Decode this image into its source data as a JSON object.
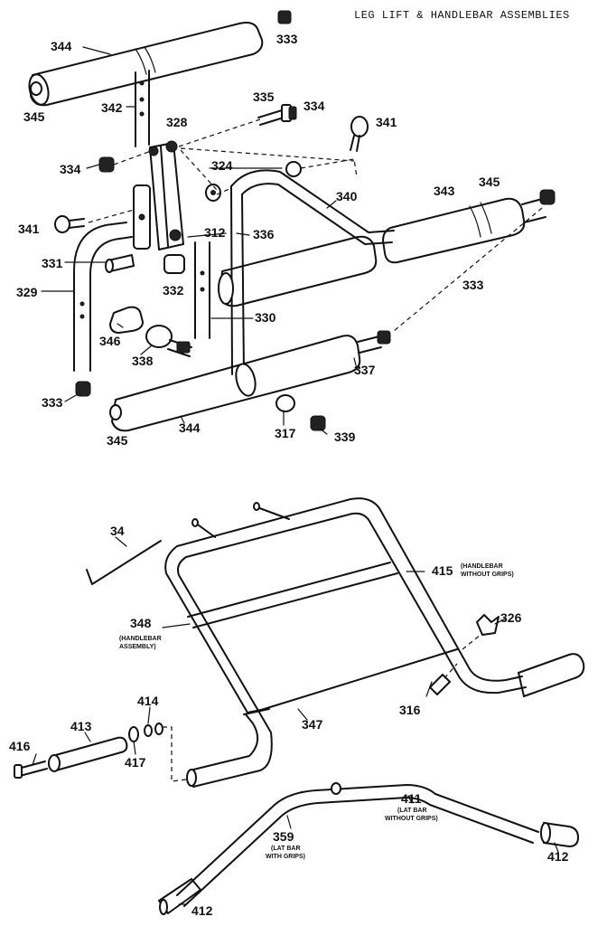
{
  "title": "LEG LIFT & HANDLEBAR ASSEMBLIES",
  "parts": {
    "p344a": "344",
    "p333a": "333",
    "p345a": "345",
    "p342": "342",
    "p335": "335",
    "p334a": "334",
    "p328": "328",
    "p341a": "341",
    "p334b": "334",
    "p324": "324",
    "p340": "340",
    "p343": "343",
    "p345b": "345",
    "p341b": "341",
    "p312": "312",
    "p336": "336",
    "p331": "331",
    "p332": "332",
    "p333b": "333",
    "p329": "329",
    "p330": "330",
    "p346": "346",
    "p338": "338",
    "p337": "337",
    "p333c": "333",
    "p344b": "344",
    "p345c": "345",
    "p317": "317",
    "p339": "339",
    "p34": "34",
    "p415": "415",
    "p348": "348",
    "p326": "326",
    "p414": "414",
    "p413": "413",
    "p416": "416",
    "p417": "417",
    "p347": "347",
    "p316": "316",
    "p411": "411",
    "p359": "359",
    "p412a": "412",
    "p412b": "412"
  },
  "notes": {
    "n415a": "(HANDLEBAR",
    "n415b": "WITHOUT GRIPS)",
    "n348a": "(HANDLEBAR",
    "n348b": "ASSEMBLY)",
    "n411a": "(LAT BAR",
    "n411b": "WITHOUT GRIPS)",
    "n359a": "(LAT BAR",
    "n359b": "WITH GRIPS)"
  }
}
